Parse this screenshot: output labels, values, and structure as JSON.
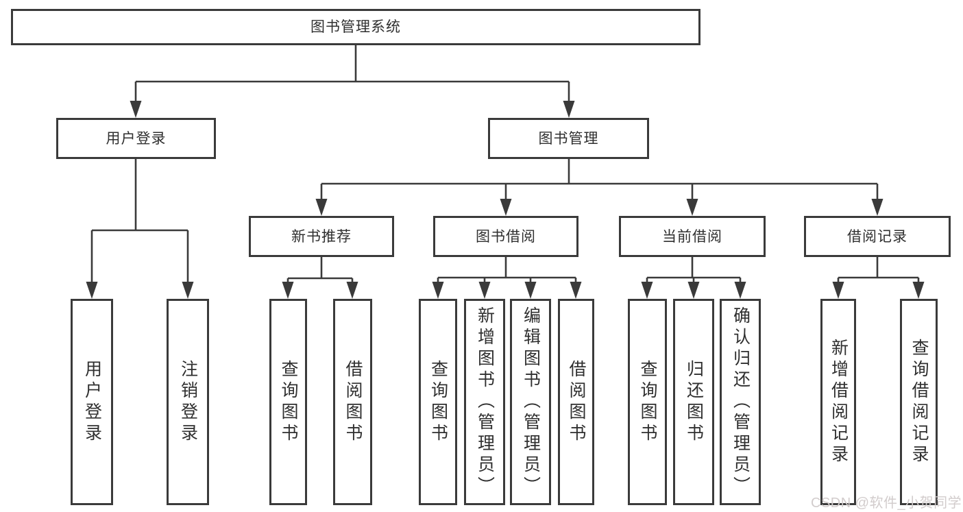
{
  "tree": {
    "root": {
      "label": "图书管理系统",
      "children": [
        {
          "label": "用户登录",
          "children": [
            {
              "label": "用户登录"
            },
            {
              "label": "注销登录"
            }
          ]
        },
        {
          "label": "图书管理",
          "children": [
            {
              "label": "新书推荐",
              "children": [
                {
                  "label": "查询图书"
                },
                {
                  "label": "借阅图书"
                }
              ]
            },
            {
              "label": "图书借阅",
              "children": [
                {
                  "label": "查询图书"
                },
                {
                  "label": "新增图书（管理员）"
                },
                {
                  "label": "编辑图书（管理员）"
                },
                {
                  "label": "借阅图书"
                }
              ]
            },
            {
              "label": "当前借阅",
              "children": [
                {
                  "label": "查询图书"
                },
                {
                  "label": "归还图书"
                },
                {
                  "label": "确认归还（管理员）"
                }
              ]
            },
            {
              "label": "借阅记录",
              "children": [
                {
                  "label": "新增借阅记录"
                },
                {
                  "label": "查询借阅记录"
                }
              ]
            }
          ]
        }
      ]
    }
  },
  "watermark": {
    "text": "CSDN @软件_小贺同学"
  },
  "colors": {
    "line": "#3a3a3a",
    "text": "#2f2f2f",
    "watermark": "#d2cccc",
    "background": "#ffffff"
  }
}
